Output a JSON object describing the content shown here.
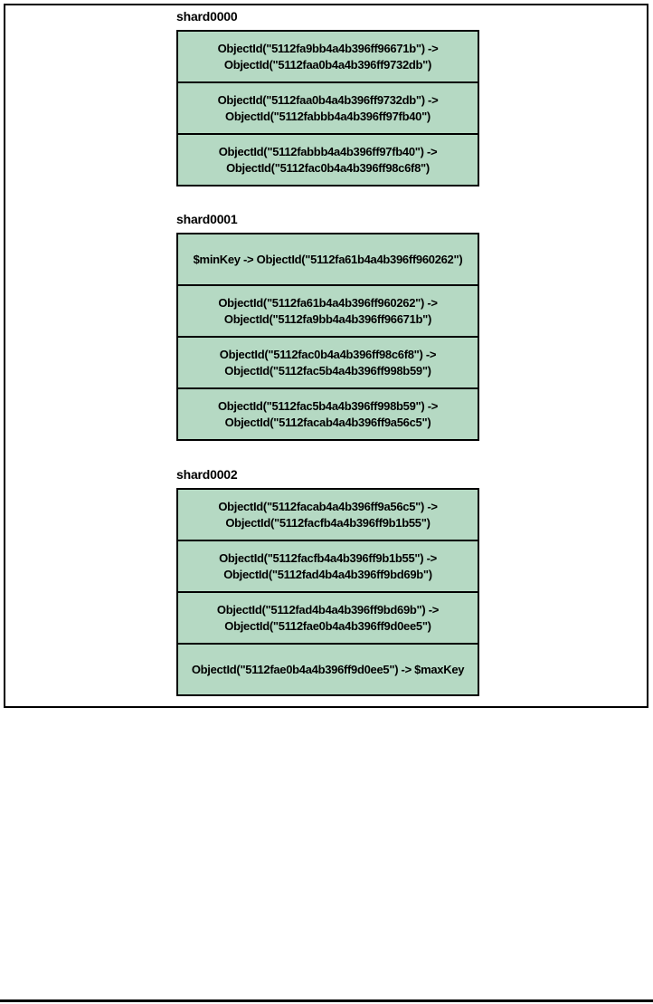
{
  "figure": {
    "colors": {
      "chunk_fill": "#b5d9c3",
      "border": "#000000"
    },
    "shards": [
      {
        "label": "shard0000",
        "chunks": [
          {
            "lines": [
              "ObjectId(\"5112fa9bb4a4b396ff96671b\") ->",
              "ObjectId(\"5112faa0b4a4b396ff9732db\")"
            ]
          },
          {
            "lines": [
              "ObjectId(\"5112faa0b4a4b396ff9732db\") ->",
              "ObjectId(\"5112fabbb4a4b396ff97fb40\")"
            ]
          },
          {
            "lines": [
              "ObjectId(\"5112fabbb4a4b396ff97fb40\") ->",
              "ObjectId(\"5112fac0b4a4b396ff98c6f8\")"
            ]
          }
        ]
      },
      {
        "label": "shard0001",
        "chunks": [
          {
            "lines": [
              "$minKey -> ObjectId(\"5112fa61b4a4b396ff960262\")"
            ]
          },
          {
            "lines": [
              "ObjectId(\"5112fa61b4a4b396ff960262\") ->",
              "ObjectId(\"5112fa9bb4a4b396ff96671b\")"
            ]
          },
          {
            "lines": [
              "ObjectId(\"5112fac0b4a4b396ff98c6f8\") ->",
              "ObjectId(\"5112fac5b4a4b396ff998b59\")"
            ]
          },
          {
            "lines": [
              "ObjectId(\"5112fac5b4a4b396ff998b59\") ->",
              "ObjectId(\"5112facab4a4b396ff9a56c5\")"
            ]
          }
        ]
      },
      {
        "label": "shard0002",
        "chunks": [
          {
            "lines": [
              "ObjectId(\"5112facab4a4b396ff9a56c5\") ->",
              "ObjectId(\"5112facfb4a4b396ff9b1b55\")"
            ]
          },
          {
            "lines": [
              "ObjectId(\"5112facfb4a4b396ff9b1b55\") ->",
              "ObjectId(\"5112fad4b4a4b396ff9bd69b\")"
            ]
          },
          {
            "lines": [
              "ObjectId(\"5112fad4b4a4b396ff9bd69b\") ->",
              "ObjectId(\"5112fae0b4a4b396ff9d0ee5\")"
            ]
          },
          {
            "lines": [
              "ObjectId(\"5112fae0b4a4b396ff9d0ee5\") -> $maxKey"
            ]
          }
        ]
      }
    ]
  }
}
